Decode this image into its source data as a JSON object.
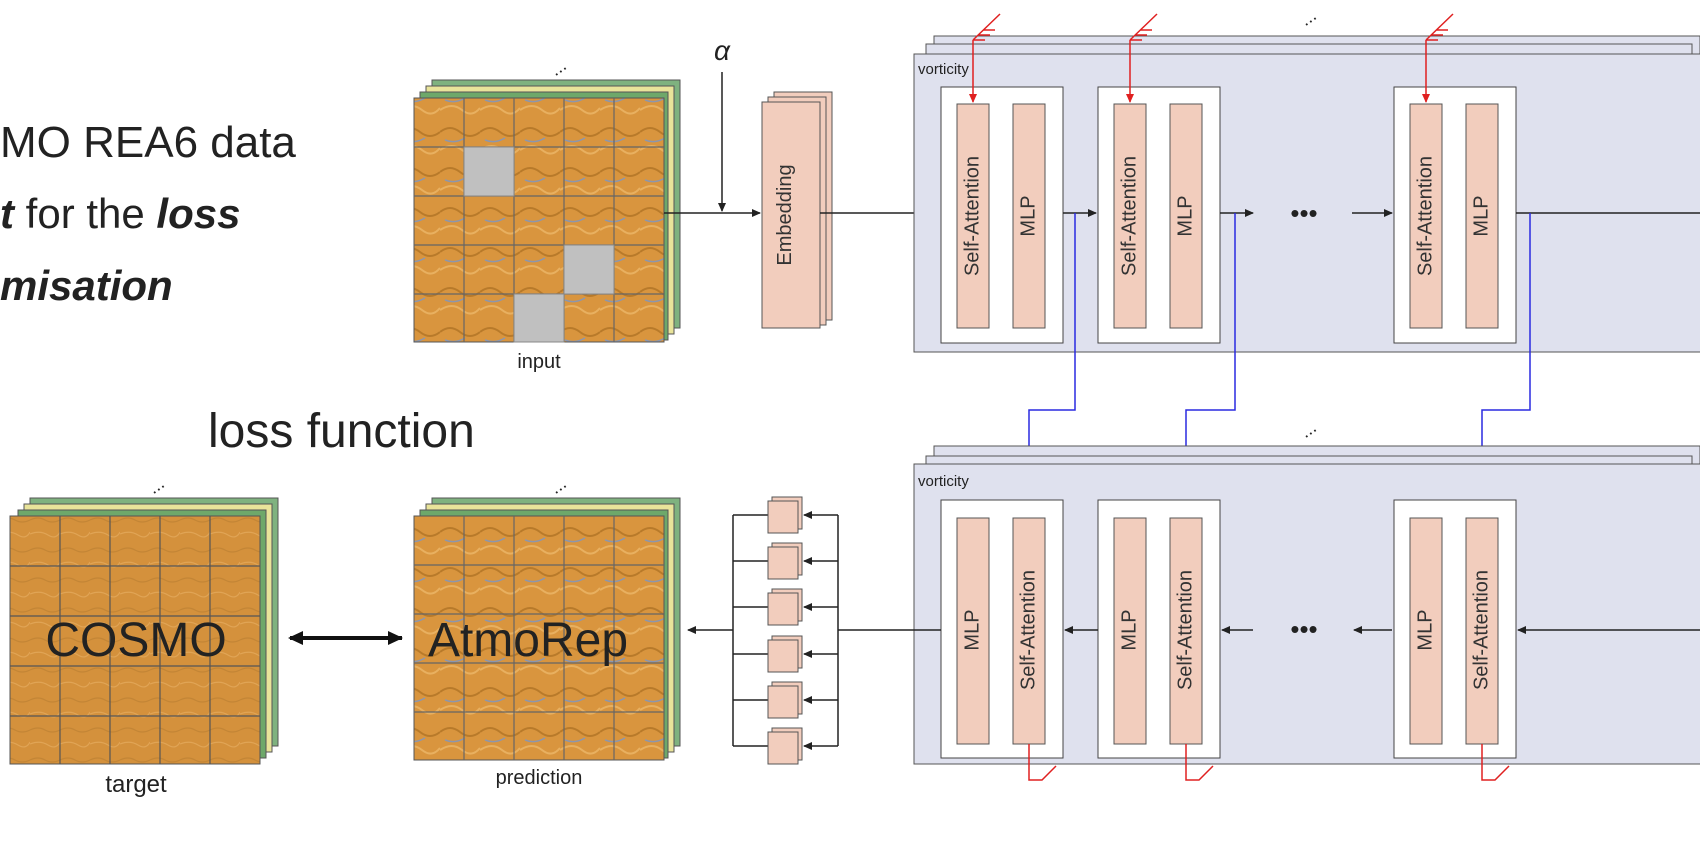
{
  "slide": {
    "text_line1": "MO REA6 data",
    "text_line2_bold": "t",
    "text_line2_mid": " for the ",
    "text_line2_bold2": "loss",
    "text_line3_bold": "misation",
    "loss_function": "loss function"
  },
  "labels": {
    "alpha": "α",
    "input": "input",
    "prediction": "prediction",
    "target": "target",
    "embedding": "Embedding",
    "vorticity_top": "vorticity",
    "vorticity_bottom": "vorticity",
    "cosmo": "COSMO",
    "atmorep": "AtmoRep",
    "self_attention": "Self-Attention",
    "mlp": "MLP",
    "ellipsis": "•••",
    "stack_dots": "..."
  },
  "colors": {
    "field_orange": "#d9953e",
    "block_fill": "#f2cdbd",
    "panel_fill": "#dfe1ee",
    "masked_patch": "#c0c0c0",
    "red_arrow": "#e02020",
    "blue_arrow": "#2a2ae0"
  }
}
